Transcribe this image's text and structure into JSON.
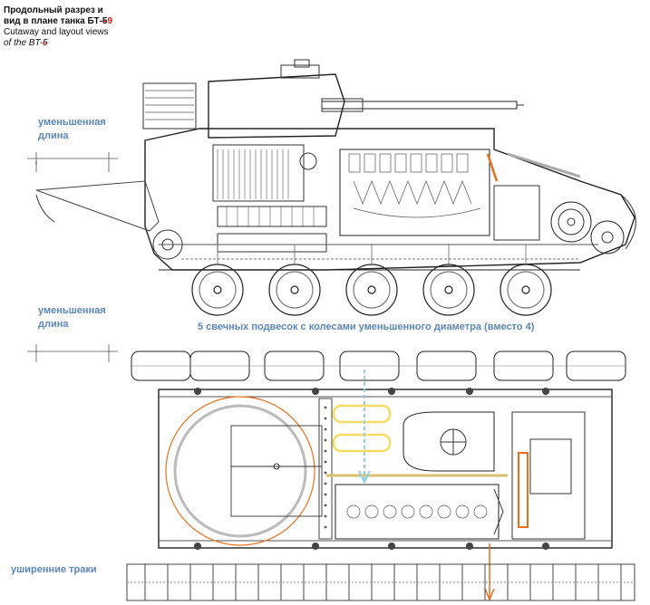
{
  "title": {
    "ru_line1": "Продольный разрез и",
    "ru_line2_prefix": "вид в плане танка БТ-",
    "ru_old_number": "5",
    "ru_new_number": "9",
    "en_line1": "Cutaway and layout views",
    "en_line2_prefix": "of the BT-",
    "en_old_number": "5"
  },
  "notes": {
    "reduced_length_top": "уменьшенная длина",
    "reduced_length_bottom": "уменьшенная длина",
    "suspension": "5 свечных подвесок с колесами уменьшенного диаметра (вместо 4)",
    "widened_tracks": "уширенние траки"
  },
  "colors": {
    "annotation_blue": "#5b86b8",
    "annotation_red": "#d21a1a",
    "highlight_orange": "#e8701a",
    "highlight_yellow": "#f2dc62",
    "highlight_cyan": "#8fd0e8",
    "drawing_line": "#333333"
  }
}
